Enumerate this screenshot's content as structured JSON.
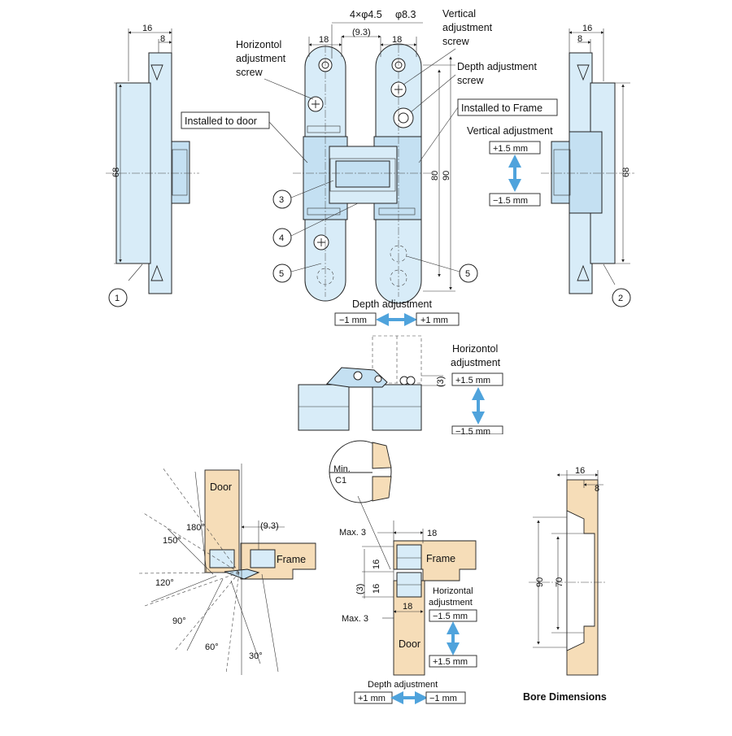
{
  "labels": {
    "screw_spec_a": "4×φ4.5",
    "screw_spec_b": "φ8.3",
    "offset_93": "(9.3)",
    "vertical_adjustment_screw": [
      "Vertical",
      "adjustment",
      "screw"
    ],
    "horizontal_adjustment_screw": [
      "Horizontol",
      "adjustment",
      "screw"
    ],
    "depth_adjustment_screw": [
      "Depth adjustment",
      "screw"
    ],
    "installed_to_door": "Installed to door",
    "installed_to_frame": "Installed to Frame",
    "vertical_adjustment": "Vertical adjustment",
    "plus_1_5": "+1.5 mm",
    "minus_1_5": "−1.5 mm",
    "depth_adjustment": "Depth adjustment",
    "minus_1": "−1 mm",
    "plus_1": "+1 mm",
    "horizontal_adjustment_top": [
      "Horizontol",
      "adjustment"
    ],
    "horizontal_adjustment_bottom": [
      "Horizontal",
      "adjustment"
    ],
    "paren_3": "(3)",
    "door": "Door",
    "frame": "Frame",
    "min_c1": [
      "Min.",
      "C1"
    ],
    "max_3": "Max. 3",
    "bore_dimensions": "Bore Dimensions"
  },
  "dimensions": {
    "d16": "16",
    "d8": "8",
    "d18": "18",
    "d68": "68",
    "d80": "80",
    "d90": "90",
    "d70": "70"
  },
  "callouts": [
    "1",
    "2",
    "3",
    "4",
    "5"
  ],
  "angles": [
    "180°",
    "150°",
    "120°",
    "90°",
    "60°",
    "30°"
  ],
  "colors": {
    "part": "#d8ecf8",
    "wood": "#f6ddb8",
    "arrow": "#4fa3dc"
  }
}
